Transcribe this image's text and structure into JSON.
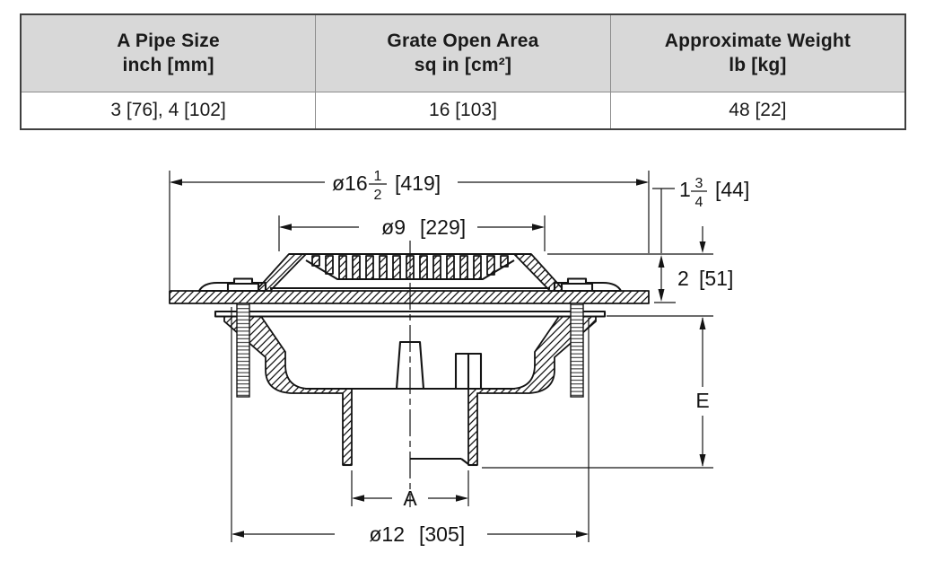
{
  "table": {
    "header_bg": "#d8d8d8",
    "border_color": "#3f3f3f",
    "columns": [
      {
        "header_line1": "A Pipe Size",
        "header_line2": "inch [mm]",
        "value": "3 [76], 4 [102]"
      },
      {
        "header_line1": "Grate Open Area",
        "header_line2": "sq in [cm²]",
        "value": "16 [103]"
      },
      {
        "header_line1": "Approximate Weight",
        "header_line2": "lb [kg]",
        "value": "48 [22]"
      }
    ]
  },
  "drawing": {
    "line_color": "#141414",
    "dims": {
      "flange_diameter": {
        "prefix": "ø16",
        "numerator": "1",
        "denominator": "2",
        "metric": "[419]"
      },
      "grate_diameter": {
        "label": "ø9",
        "metric": "[229]"
      },
      "rim_height": {
        "prefix": "1",
        "numerator": "3",
        "denominator": "4",
        "metric": "[44]"
      },
      "collar_height": {
        "label": "2",
        "metric": "[51]"
      },
      "body_depth": {
        "label": "E"
      },
      "outlet_size": {
        "label": "A"
      },
      "base_diameter": {
        "label": "ø12",
        "metric": "[305]"
      }
    }
  }
}
